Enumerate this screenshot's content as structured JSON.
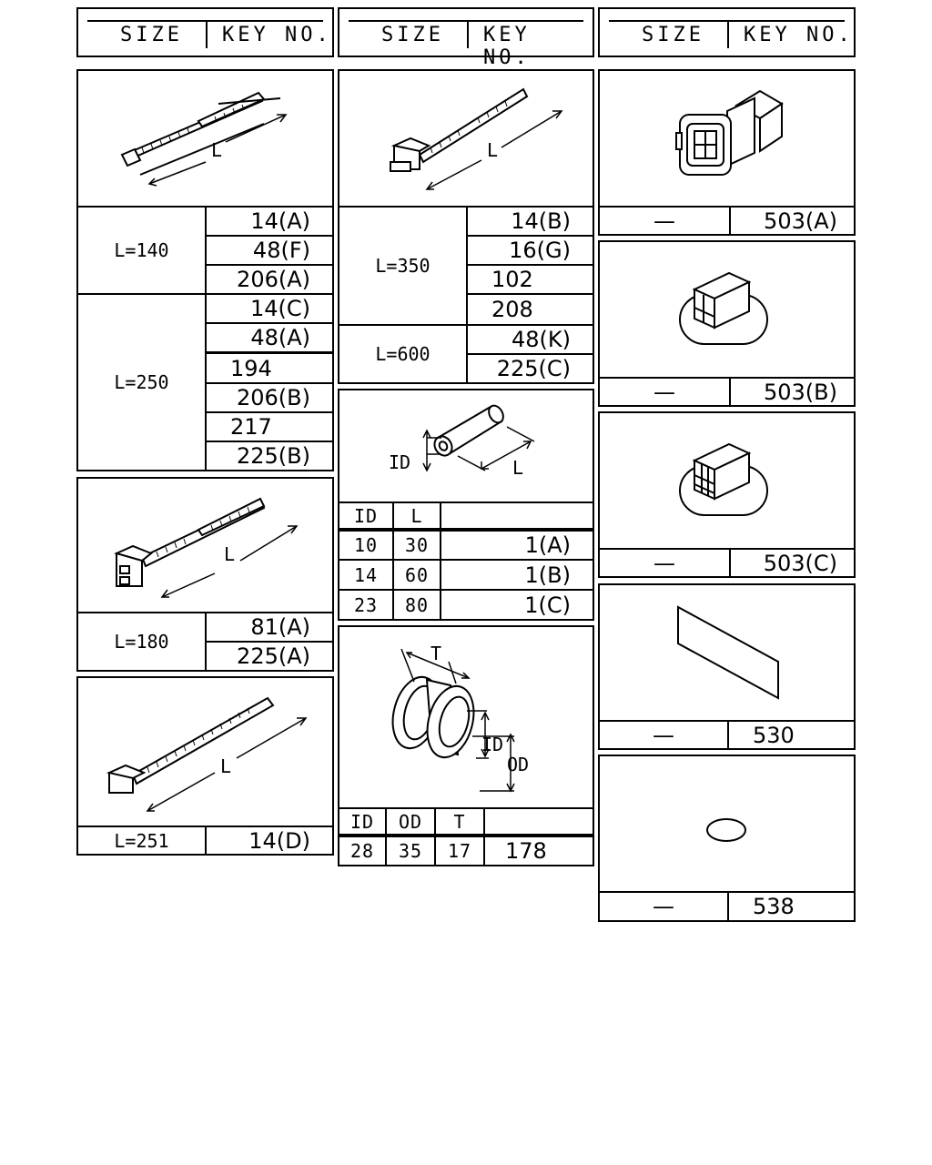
{
  "header": {
    "size_label": "SIZE",
    "key_label": "KEY NO."
  },
  "col1": {
    "tie_a": {
      "dim": "L",
      "groups": [
        {
          "size": "L=140",
          "keys": [
            "14(A)",
            "48(F)",
            "206(A)"
          ]
        },
        {
          "size": "L=250",
          "keys": [
            "14(C)",
            "48(A)",
            "194",
            "206(B)",
            "217",
            "225(B)"
          ]
        }
      ]
    },
    "tie_b": {
      "dim": "L",
      "size": "L=180",
      "keys": [
        "81(A)",
        "225(A)"
      ]
    },
    "tie_c": {
      "dim": "L",
      "size": "L=251",
      "key": "14(D)"
    }
  },
  "col2": {
    "tie_d": {
      "dim": "L",
      "groups": [
        {
          "size": "L=350",
          "keys": [
            "14(B)",
            "16(G)",
            "102",
            "208"
          ]
        },
        {
          "size": "L=600",
          "keys": [
            "48(K)",
            "225(C)"
          ]
        }
      ]
    },
    "tube": {
      "id_label": "ID",
      "l_label": "L",
      "headers": [
        "ID",
        "L",
        ""
      ],
      "rows": [
        [
          "10",
          "30",
          "1(A)"
        ],
        [
          "14",
          "60",
          "1(B)"
        ],
        [
          "23",
          "80",
          "1(C)"
        ]
      ]
    },
    "grommet": {
      "t_label": "T",
      "id_label": "ID",
      "od_label": "OD",
      "headers": [
        "ID",
        "OD",
        "T",
        ""
      ],
      "row": [
        "28",
        "35",
        "17",
        "178"
      ]
    }
  },
  "col3": {
    "dash": "—",
    "items": [
      "503(A)",
      "503(B)",
      "503(C)",
      "530",
      "538"
    ]
  }
}
